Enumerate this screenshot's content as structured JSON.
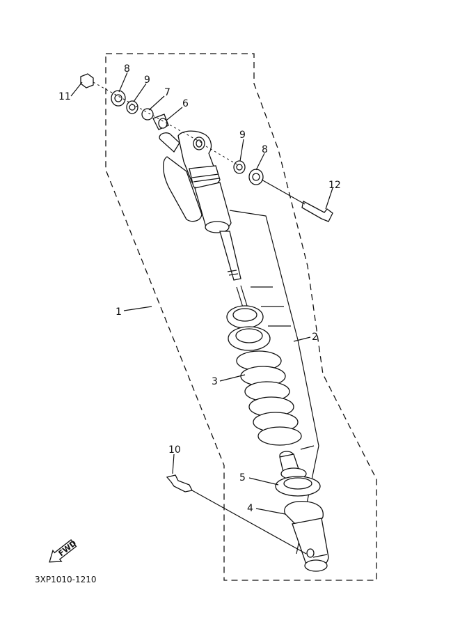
{
  "diagram": {
    "reference_code": "3XP1010-1210",
    "fwd_label": "FWD",
    "callouts": [
      {
        "id": "part-1",
        "label": "1"
      },
      {
        "id": "part-2",
        "label": "2"
      },
      {
        "id": "part-3",
        "label": "3"
      },
      {
        "id": "part-4",
        "label": "4"
      },
      {
        "id": "part-5",
        "label": "5"
      },
      {
        "id": "part-6",
        "label": "6"
      },
      {
        "id": "part-7",
        "label": "7"
      },
      {
        "id": "part-8-top",
        "label": "8"
      },
      {
        "id": "part-8-mid",
        "label": "8"
      },
      {
        "id": "part-9-top",
        "label": "9"
      },
      {
        "id": "part-9-mid",
        "label": "9"
      },
      {
        "id": "part-10",
        "label": "10"
      },
      {
        "id": "part-11",
        "label": "11"
      },
      {
        "id": "part-12",
        "label": "12"
      }
    ]
  }
}
